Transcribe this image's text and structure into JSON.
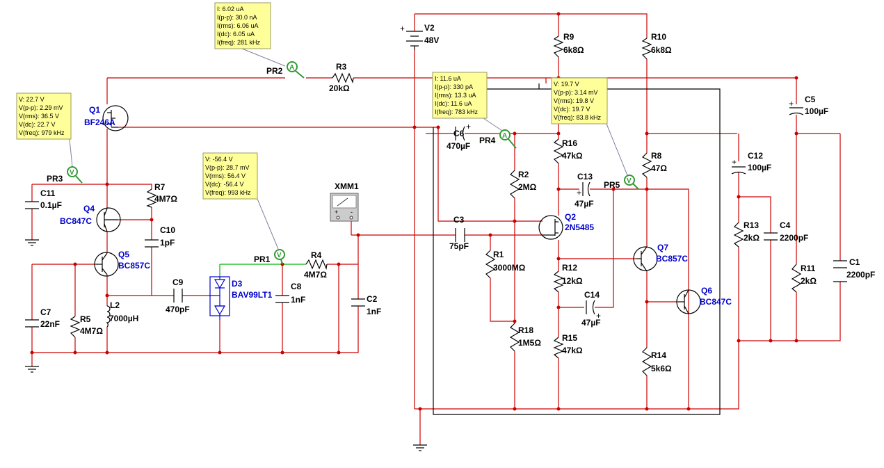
{
  "components": {
    "V2": {
      "name": "V2",
      "value": "48V"
    },
    "R1": {
      "name": "R1",
      "value": "3000MΩ"
    },
    "R2": {
      "name": "R2",
      "value": "2MΩ"
    },
    "R3": {
      "name": "R3",
      "value": "20kΩ"
    },
    "R4": {
      "name": "R4",
      "value": "4M7Ω"
    },
    "R5": {
      "name": "R5",
      "value": "4M7Ω"
    },
    "R7": {
      "name": "R7",
      "value": "4M7Ω"
    },
    "R8": {
      "name": "R8",
      "value": "47Ω"
    },
    "R9": {
      "name": "R9",
      "value": "6k8Ω"
    },
    "R10": {
      "name": "R10",
      "value": "6k8Ω"
    },
    "R11": {
      "name": "R11",
      "value": "2kΩ"
    },
    "R12": {
      "name": "R12",
      "value": "12kΩ"
    },
    "R13": {
      "name": "R13",
      "value": "2kΩ"
    },
    "R14": {
      "name": "R14",
      "value": "5k6Ω"
    },
    "R15": {
      "name": "R15",
      "value": "47kΩ"
    },
    "R16": {
      "name": "R16",
      "value": "47kΩ"
    },
    "R18": {
      "name": "R18",
      "value": "1M5Ω"
    },
    "C1": {
      "name": "C1",
      "value": "2200pF"
    },
    "C2": {
      "name": "C2",
      "value": "1nF"
    },
    "C3": {
      "name": "C3",
      "value": "75pF"
    },
    "C4": {
      "name": "C4",
      "value": "2200pF"
    },
    "C5": {
      "name": "C5",
      "value": "100µF"
    },
    "C6": {
      "name": "C6",
      "value": "470µF"
    },
    "C7": {
      "name": "C7",
      "value": "22nF"
    },
    "C8": {
      "name": "C8",
      "value": "1nF"
    },
    "C9": {
      "name": "C9",
      "value": "470pF"
    },
    "C10": {
      "name": "C10",
      "value": "1pF"
    },
    "C11": {
      "name": "C11",
      "value": "0.1µF"
    },
    "C12": {
      "name": "C12",
      "value": "100µF"
    },
    "C13": {
      "name": "C13",
      "value": "47µF"
    },
    "C14": {
      "name": "C14",
      "value": "47µF"
    },
    "L2": {
      "name": "L2",
      "value": "7000µH"
    },
    "Q1": {
      "name": "Q1",
      "value": "BF246A"
    },
    "Q2": {
      "name": "Q2",
      "value": "2N5485"
    },
    "Q4": {
      "name": "Q4",
      "value": "BC847C"
    },
    "Q5": {
      "name": "Q5",
      "value": "BC857C"
    },
    "Q6": {
      "name": "Q6",
      "value": "BC847C"
    },
    "Q7": {
      "name": "Q7",
      "value": "BC857C"
    },
    "D3": {
      "name": "D3",
      "value": "BAV99LT1"
    },
    "XMM1": {
      "name": "XMM1"
    }
  },
  "probes": {
    "PR1": {
      "name": "PR1",
      "kind": "V",
      "lines": [
        "V: -56.4 V",
        "V(p-p): 28.7 mV",
        "V(rms): 56.4 V",
        "V(dc): -56.4 V",
        "V(freq): 993 kHz"
      ]
    },
    "PR2": {
      "name": "PR2",
      "kind": "A",
      "lines": [
        "I: 6.02 uA",
        "I(p-p): 30.0 nA",
        "I(rms): 6.06 uA",
        "I(dc): 6.05 uA",
        "I(freq): 281 kHz"
      ]
    },
    "PR3": {
      "name": "PR3",
      "kind": "V",
      "lines": [
        "V: 22.7 V",
        "V(p-p): 2.29 mV",
        "V(rms): 36.5 V",
        "V(dc): 22.7 V",
        "V(freq): 979 kHz"
      ]
    },
    "PR4": {
      "name": "PR4",
      "kind": "A",
      "lines": [
        "I: 11.6 uA",
        "I(p-p): 330 pA",
        "I(rms): 13.3 uA",
        "I(dc): 11.6 uA",
        "I(freq): 783 kHz"
      ]
    },
    "PR5": {
      "name": "PR5",
      "kind": "V",
      "lines": [
        "V: 19.7 V",
        "V(p-p): 3.14 mV",
        "V(rms): 19.8 V",
        "V(dc): 19.7 V",
        "V(freq): 83.8 kHz"
      ]
    }
  },
  "colors": {
    "wire": "#cc0000",
    "wire_alt": "#000000",
    "wire_green": "#00b400",
    "component": "#000000",
    "diode": "#0000cc",
    "part_label": "#0000cc",
    "probe_box": "#ffff99",
    "probe_ring": "#339933"
  },
  "icons": {
    "ground": "ground-icon",
    "multimeter": "multimeter-icon",
    "voltage_probe": "voltage-probe-icon",
    "current_probe": "current-probe-icon"
  }
}
